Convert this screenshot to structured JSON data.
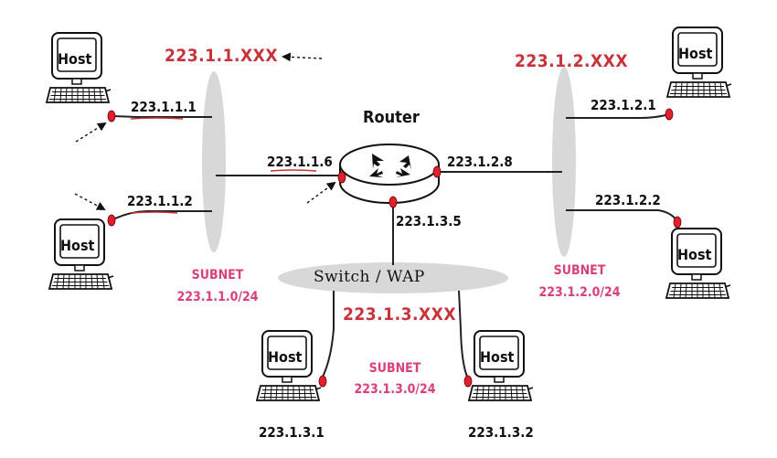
{
  "networks": {
    "net1": "223.1.1.XXX",
    "net2": "223.1.2.XXX",
    "net3": "223.1.3.XXX"
  },
  "router": {
    "label": "Router",
    "if_left": "223.1.1.6",
    "if_right": "223.1.2.8",
    "if_bottom": "223.1.3.5"
  },
  "switch": {
    "label": "Switch / WAP"
  },
  "hosts": {
    "label": "Host",
    "h1": "223.1.1.1",
    "h2": "223.1.1.2",
    "h3": "223.1.2.1",
    "h4": "223.1.2.2",
    "h5": "223.1.3.1",
    "h6": "223.1.3.2"
  },
  "subnets": {
    "title": "SUBNET",
    "s1": "223.1.1.0/24",
    "s2": "223.1.2.0/24",
    "s3": "223.1.3.0/24"
  },
  "colors": {
    "interface_dot": "#e0202c",
    "network_label": "#c8323a",
    "subnet_label": "#d9407a",
    "link_line": "#222222",
    "subnet_ellipse": "#d8d8d8"
  }
}
